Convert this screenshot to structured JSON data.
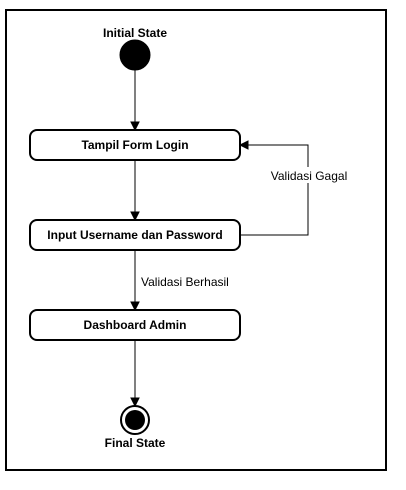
{
  "diagram": {
    "initial_label": "Initial State",
    "final_label": "Final State",
    "nodes": [
      {
        "id": "login",
        "label": "Tampil Form Login"
      },
      {
        "id": "input",
        "label": "Input Username dan Password"
      },
      {
        "id": "dashboard",
        "label": "Dashboard Admin"
      }
    ],
    "edges": [
      {
        "from": "initial",
        "to": "login",
        "label": ""
      },
      {
        "from": "login",
        "to": "input",
        "label": ""
      },
      {
        "from": "input",
        "to": "login",
        "label": "Validasi Gagal"
      },
      {
        "from": "input",
        "to": "dashboard",
        "label": "Validasi Berhasil"
      },
      {
        "from": "dashboard",
        "to": "final",
        "label": ""
      }
    ]
  }
}
